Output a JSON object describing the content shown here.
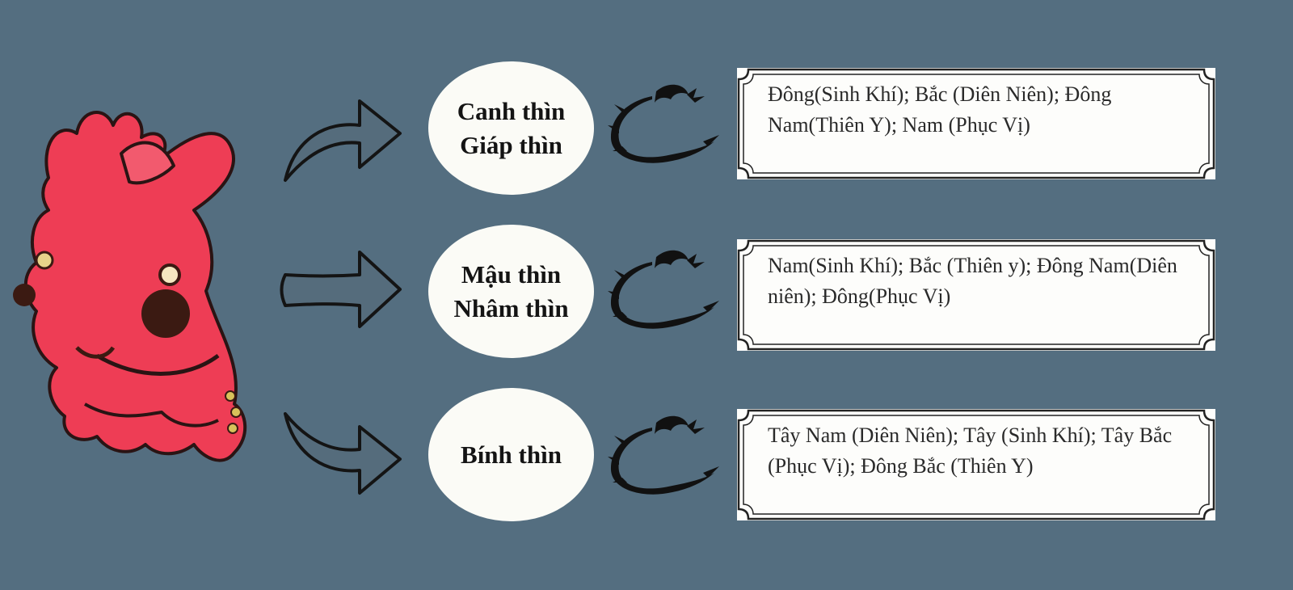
{
  "colors": {
    "background": "#546e80",
    "mascot": "#ee3d55",
    "oval": "#fbfbf6",
    "card": "#fdfdfb"
  },
  "mascot": {
    "icon": "red-dragon-mascot"
  },
  "rows": [
    {
      "oval_text": "Canh thìn\nGiáp thìn",
      "icon": "dragon-silhouette",
      "directions": "Đông(Sinh Khí); Bắc (Diên Niên); Đông Nam(Thiên Y); Nam (Phục Vị)"
    },
    {
      "oval_text": "Mậu thìn\nNhâm thìn",
      "icon": "dragon-silhouette",
      "directions": "Nam(Sinh Khí); Bắc (Thiên y); Đông Nam(Diên niên); Đông(Phục Vị)"
    },
    {
      "oval_text": "Bính thìn",
      "icon": "dragon-silhouette",
      "directions": "Tây Nam (Diên Niên); Tây (Sinh Khí); Tây Bắc (Phục Vị); Đông Bắc (Thiên Y)"
    }
  ]
}
